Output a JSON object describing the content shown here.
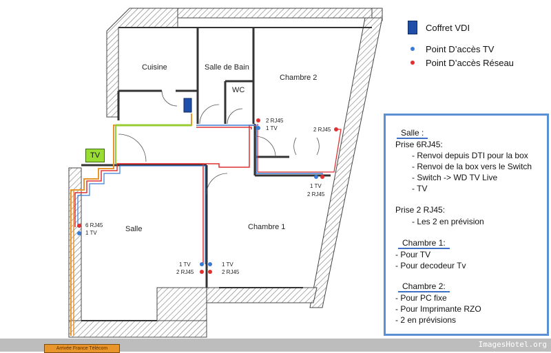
{
  "rooms": {
    "cuisine": "Cuisine",
    "salle_de_bain": "Salle de Bain",
    "wc": "WC",
    "chambre2": "Chambre 2",
    "chambre1": "Chambre 1",
    "salle": "Salle"
  },
  "outlets": {
    "ch2_top_rj45": "2 RJ45",
    "ch2_top_tv": "1 TV",
    "ch2_right_rj45": "2 RJ45",
    "ch2_bottom_tv": "1 TV",
    "ch2_bottom_rj45": "2 RJ45",
    "salle_rj45": "6 RJ45",
    "salle_tv": "1 TV",
    "mid_left_tv": "1 TV",
    "mid_left_rj45": "2 RJ45",
    "mid_right_tv": "1 TV",
    "mid_right_rj45": "2 RJ45"
  },
  "tv_label": "TV",
  "cable_label": "Arrivée France Télécom",
  "legend": {
    "coffret": "Coffret VDI",
    "tv": "Point D’accès TV",
    "reseau": "Point D’accès Réseau"
  },
  "info": {
    "salle_title": "Salle :",
    "prise6": "Prise 6RJ45:",
    "p6_items": [
      "- Renvoi depuis DTI pour la box",
      "- Renvoi de la box vers le Switch",
      "- Switch -> WD TV Live",
      "- TV"
    ],
    "prise2": "Prise 2 RJ45:",
    "p2_items": [
      "- Les 2 en prévision"
    ],
    "ch1_title": "Chambre 1:",
    "ch1_items": [
      "- Pour TV",
      "- Pour decodeur Tv"
    ],
    "ch2_title": "Chambre 2:",
    "ch2_items": [
      "- Pour PC fixe",
      "- Pour Imprimante RZO",
      "- 2 en prévisions"
    ]
  },
  "colors": {
    "tv_point": "#3a7bd5",
    "network_point": "#e03030",
    "coffret": "#1f4fa8",
    "tv_cable": "#99cc33",
    "fiber_cable": "#e8962c",
    "info_border": "#5b8fd4"
  },
  "footer": "ImagesHotel.org"
}
